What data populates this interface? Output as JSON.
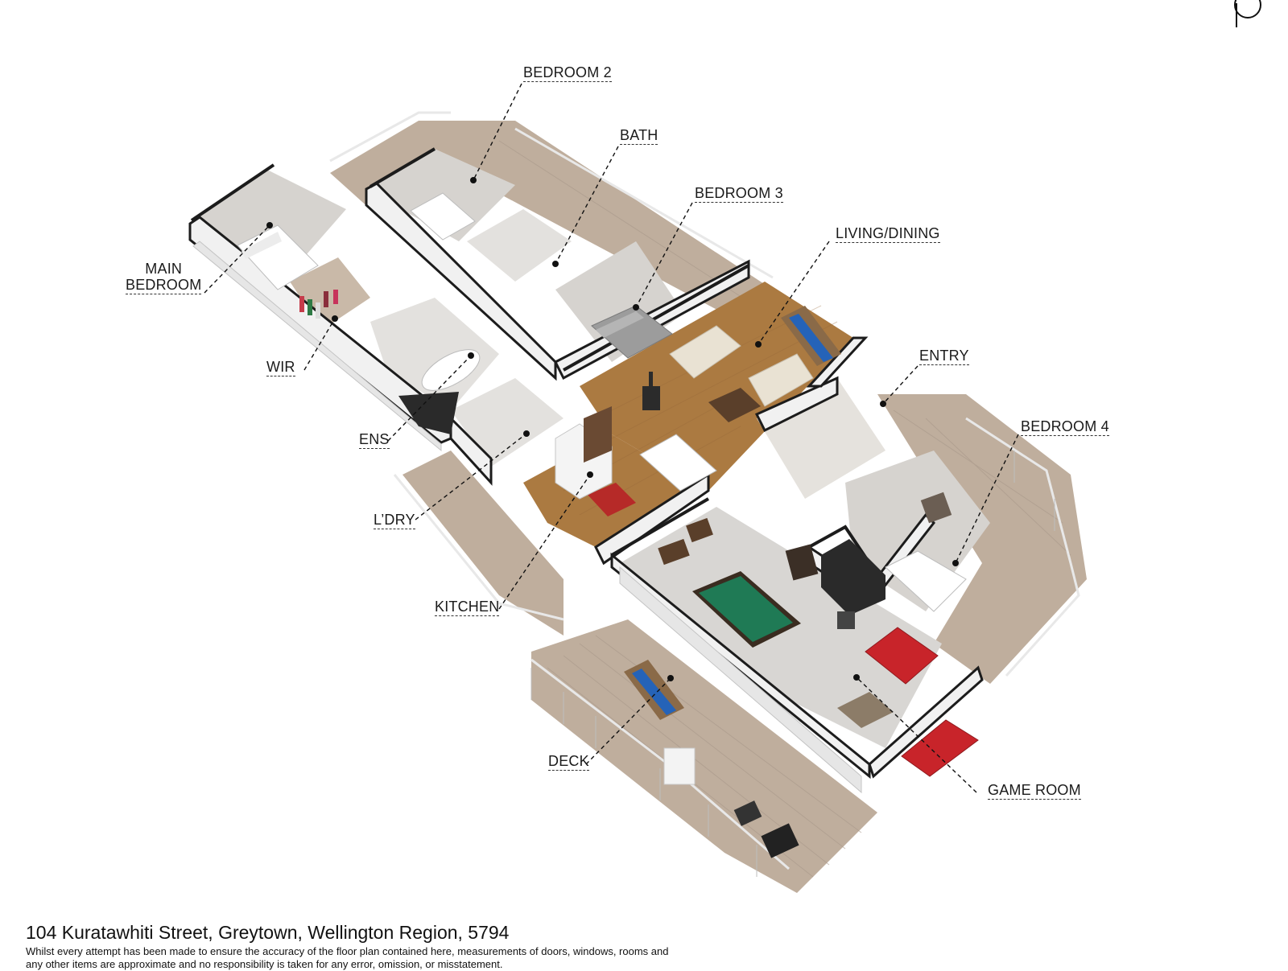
{
  "labels": {
    "bedroom_2": "BEDROOM 2",
    "bath": "BATH",
    "bedroom_3": "BEDROOM 3",
    "living_dining": "LIVING/DINING",
    "entry": "ENTRY",
    "bedroom_4": "BEDROOM 4",
    "main_bedroom_line1": "MAIN",
    "main_bedroom_line2": "BEDROOM",
    "wir": "WIR",
    "ens": "ENS",
    "laundry": "L’DRY",
    "kitchen": "KITCHEN",
    "deck": "DECK",
    "game_room": "GAME ROOM"
  },
  "footer": {
    "address": "104 Kuratawhiti Street, Greytown, Wellington Region, 5794",
    "disclaimer": "Whilst every attempt has been made to ensure the accuracy of the floor plan contained here, measurements of doors, windows, rooms and any other items are approximate and no responsibility is taken for any error, omission, or misstatement."
  },
  "colors": {
    "wall": "#f2f2f2",
    "wall_shadow": "#cfcfcf",
    "wall_edge": "#1c1c1c",
    "floor_wood": "#a9783f",
    "floor_deck": "#b9a898",
    "floor_tile": "#d9d6d2",
    "floor_carpet": "#d4d1cd",
    "pool_table": "#1f7a55",
    "sofa_red": "#c8242a",
    "runner_blue": "#2563b8"
  }
}
